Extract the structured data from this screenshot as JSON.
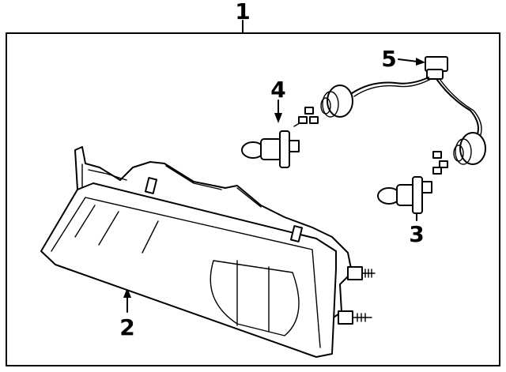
{
  "diagram": {
    "callouts": [
      {
        "id": "1",
        "label": "1"
      },
      {
        "id": "2",
        "label": "2"
      },
      {
        "id": "3",
        "label": "3"
      },
      {
        "id": "4",
        "label": "4"
      },
      {
        "id": "5",
        "label": "5"
      }
    ]
  }
}
